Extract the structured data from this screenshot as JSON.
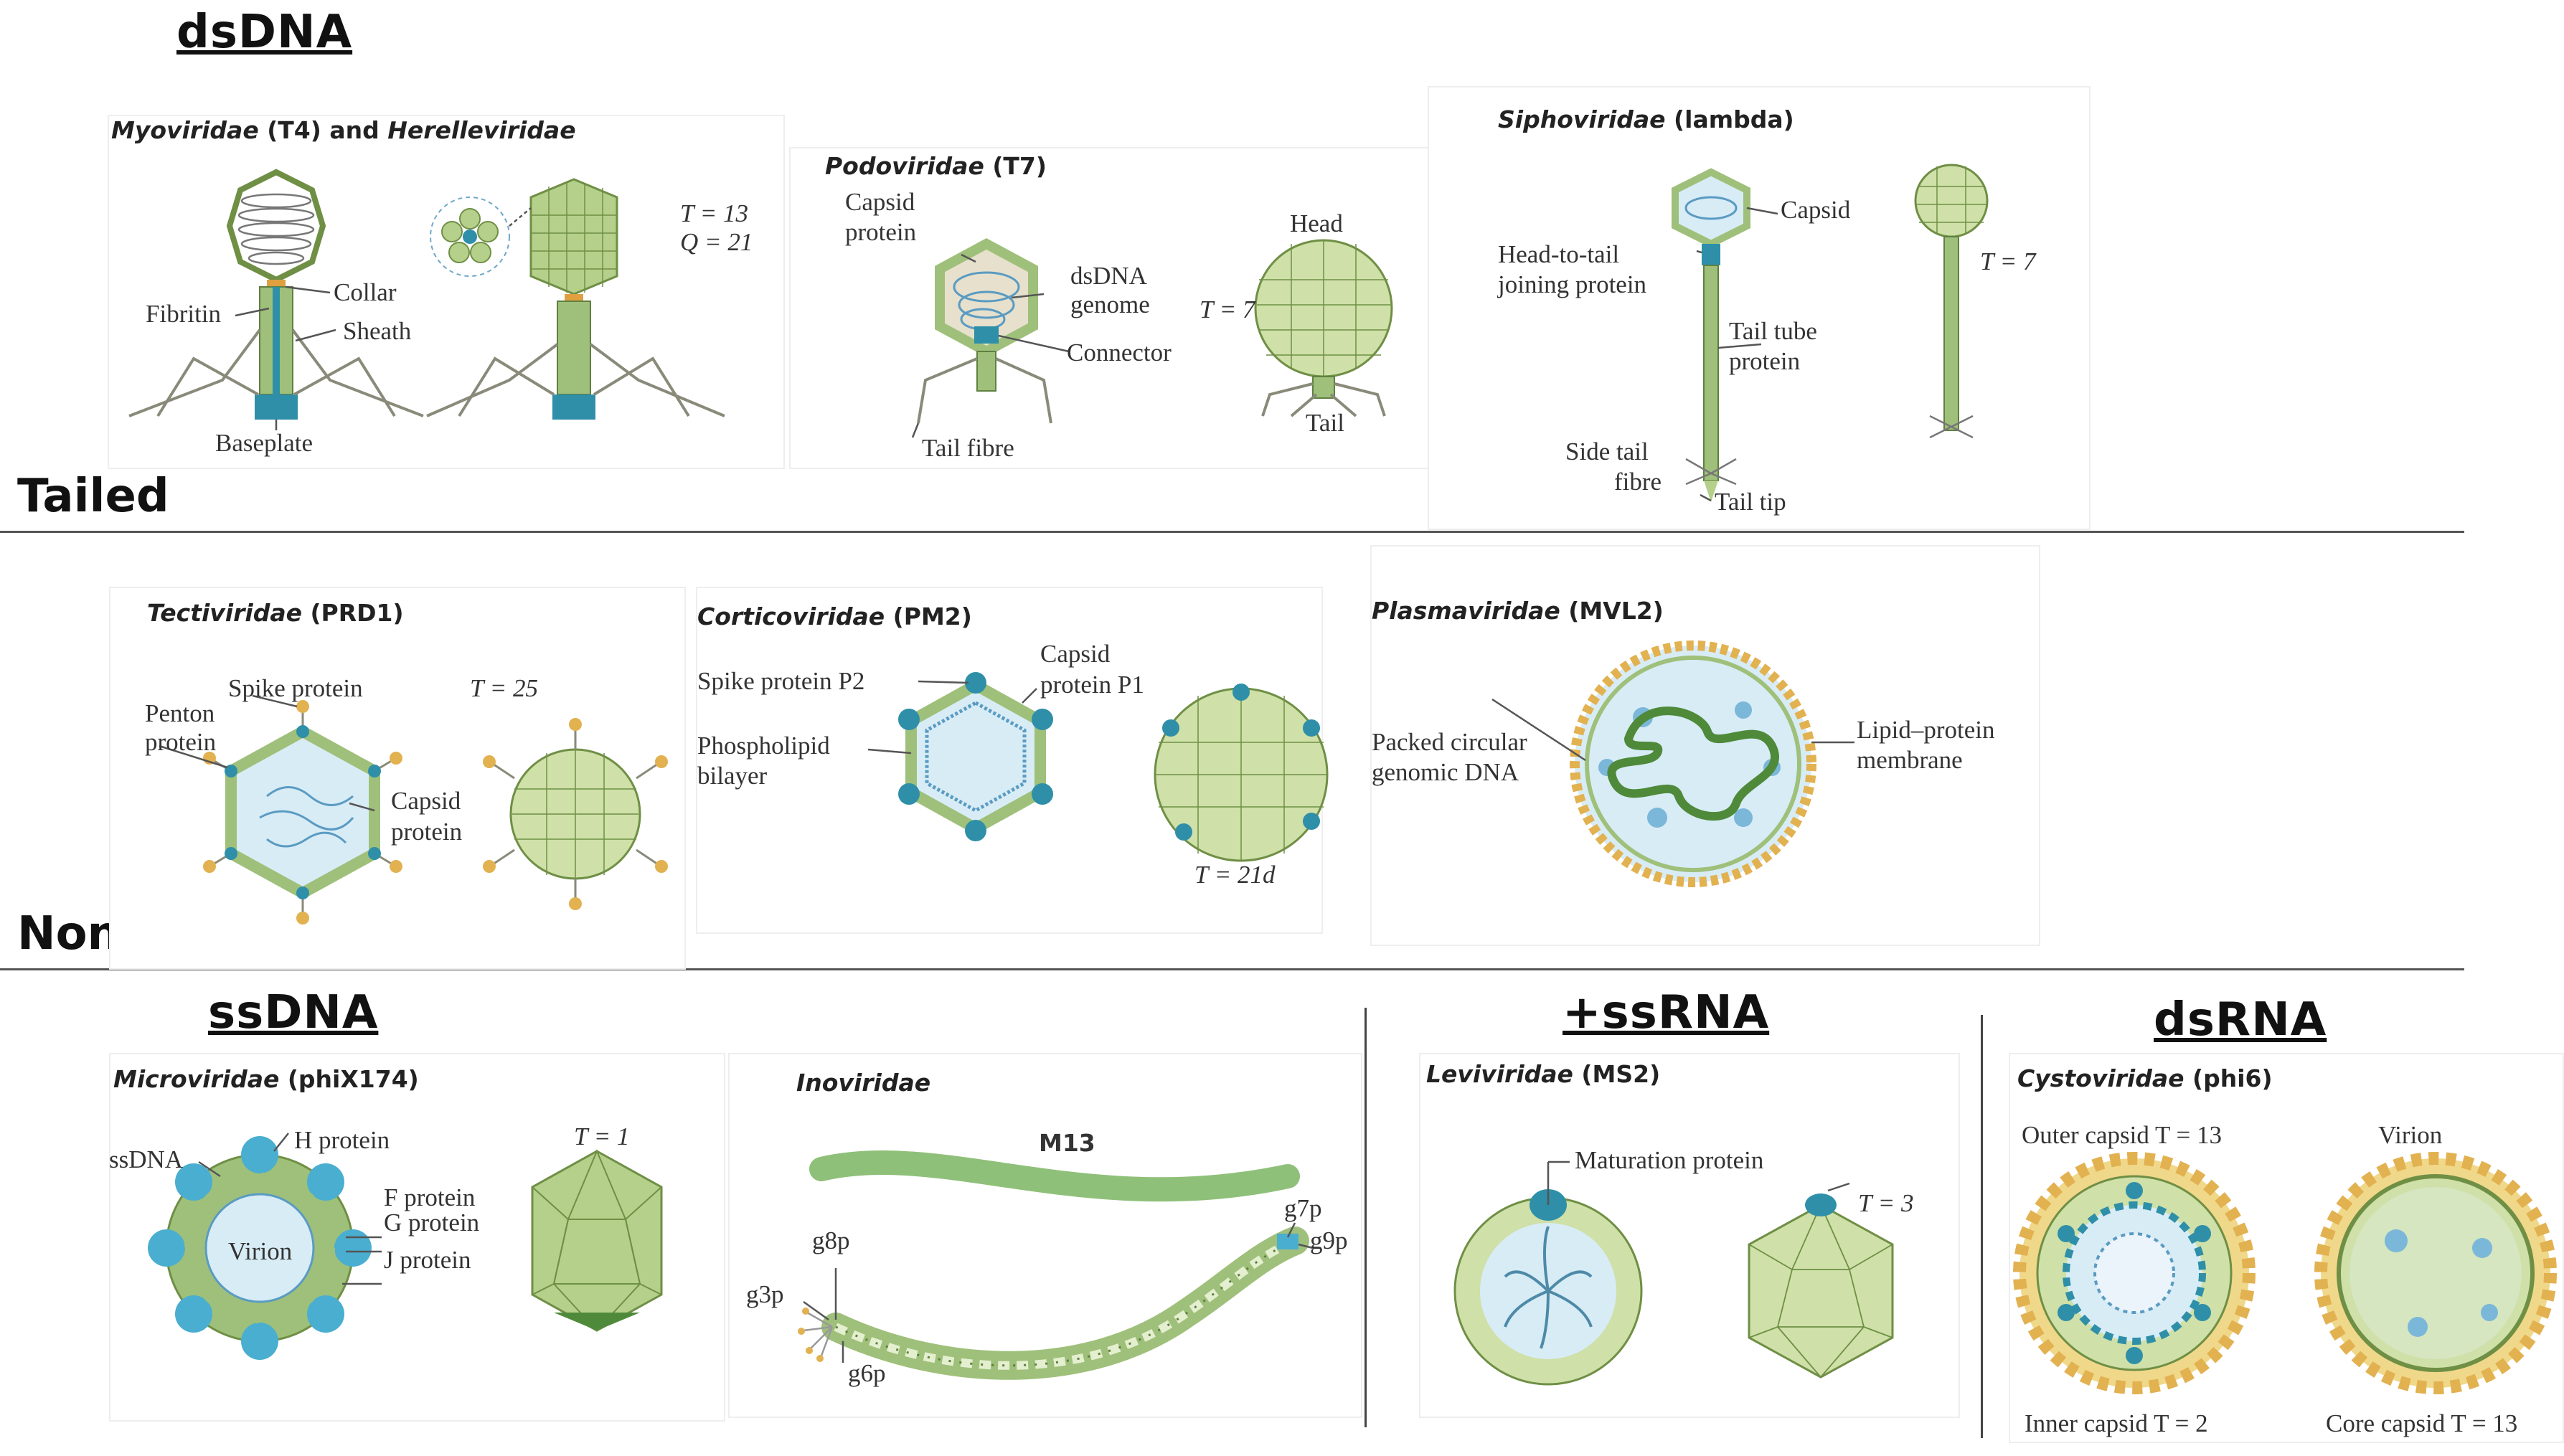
{
  "sections": {
    "dsdna": "dsDNA",
    "tailed": "Tailed",
    "nontailed": "Non-tailed",
    "ssdna": "ssDNA",
    "ssrna": "+ssRNA",
    "dsrna": "dsRNA"
  },
  "myo": {
    "family": "Myoviridae",
    "strain": "(T4)",
    "and": "and",
    "family2": "Herelleviridae",
    "labels": {
      "fibritin": "Fibritin",
      "collar": "Collar",
      "sheath": "Sheath",
      "baseplate": "Baseplate",
      "t": "T = 13",
      "q": "Q = 21"
    }
  },
  "podo": {
    "family": "Podoviridae",
    "strain": "(T7)",
    "labels": {
      "capsid": "Capsid",
      "protein": "protein",
      "genome1": "dsDNA",
      "genome2": "genome",
      "connector": "Connector",
      "tailfibre": "Tail fibre",
      "head": "Head",
      "tail": "Tail",
      "t": "T = 7"
    }
  },
  "sipho": {
    "family": "Siphoviridae",
    "strain": "(lambda)",
    "labels": {
      "capsid": "Capsid",
      "headtail1": "Head-to-tail",
      "headtail2": "joining protein",
      "tailtube1": "Tail tube",
      "tailtube2": "protein",
      "sidetail1": "Side tail",
      "sidetail2": "fibre",
      "tailtip": "Tail tip",
      "t": "T = 7"
    }
  },
  "tecti": {
    "family": "Tectiviridae",
    "strain": "(PRD1)",
    "labels": {
      "spike": "Spike protein",
      "penton1": "Penton",
      "penton2": "protein",
      "capsid1": "Capsid",
      "capsid2": "protein",
      "t": "T = 25"
    }
  },
  "cortico": {
    "family": "Corticoviridae",
    "strain": "(PM2)",
    "labels": {
      "spike": "Spike protein P2",
      "capsid1": "Capsid",
      "capsid2": "protein P1",
      "phos1": "Phospholipid",
      "phos2": "bilayer",
      "t": "T = 21d"
    }
  },
  "plasma": {
    "family": "Plasmaviridae",
    "strain": "(MVL2)",
    "labels": {
      "packed1": "Packed circular",
      "packed2": "genomic DNA",
      "lipid1": "Lipid–protein",
      "lipid2": "membrane"
    }
  },
  "micro": {
    "family": "Microviridae",
    "strain": "(phiX174)",
    "labels": {
      "ssdna": "ssDNA",
      "h": "H protein",
      "f": "F protein",
      "g": "G protein",
      "j": "J protein",
      "virion": "Virion",
      "t": "T = 1"
    }
  },
  "ino": {
    "family": "Inoviridae",
    "labels": {
      "m13": "M13",
      "g8p": "g8p",
      "g3p": "g3p",
      "g6p": "g6p",
      "g7p": "g7p",
      "g9p": "g9p"
    }
  },
  "levi": {
    "family": "Leviviridae",
    "strain": "(MS2)",
    "labels": {
      "maturation": "Maturation protein",
      "t": "T = 3"
    }
  },
  "cysto": {
    "family": "Cystoviridae",
    "strain": "(phi6)",
    "labels": {
      "outer": "Outer capsid T = 13",
      "virion": "Virion",
      "inner": "Inner capsid T = 2",
      "core": "Core capsid T = 13"
    }
  },
  "colors": {
    "capsid": "#cfe0a8",
    "capsidEdge": "#6f8f45",
    "teal": "#2f8fa8",
    "lightblue": "#d8ecf6",
    "genome": "#5a9bc2",
    "spikeGold": "#e2b150",
    "dnaGreen": "#4e8a3a"
  }
}
